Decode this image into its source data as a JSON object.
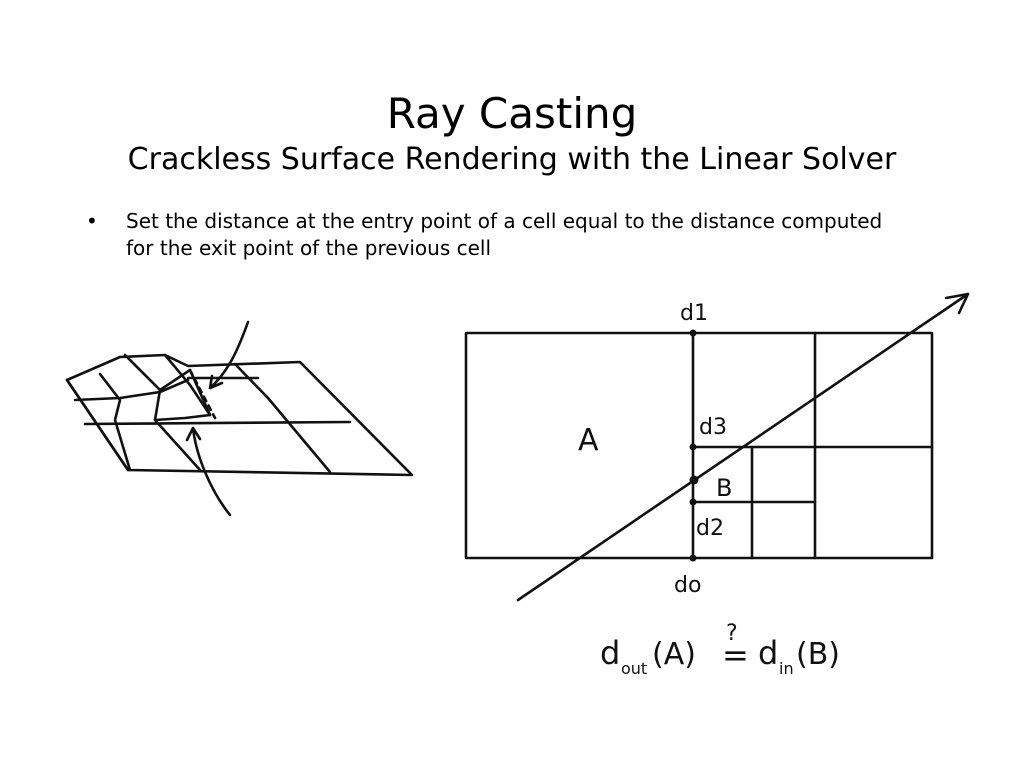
{
  "slide": {
    "title": "Ray Casting",
    "subtitle": "Crackless Surface Rendering with the Linear Solver",
    "bullets": [
      {
        "marker": "•",
        "text": "Set the distance at the entry point of a cell equal to the distance computed for the exit point of the previous cell"
      }
    ]
  },
  "diagram": {
    "cell_labels": {
      "a": "A",
      "b": "B"
    },
    "distance_labels": {
      "d1": "d1",
      "d3": "d3",
      "d2": "d2",
      "d0": "do"
    },
    "equation": {
      "left_base": "d",
      "left_sub": "out",
      "left_arg": "(A)",
      "relation": "=",
      "question": "?",
      "right_base": "d",
      "right_sub": "in",
      "right_arg": "(B)"
    }
  }
}
